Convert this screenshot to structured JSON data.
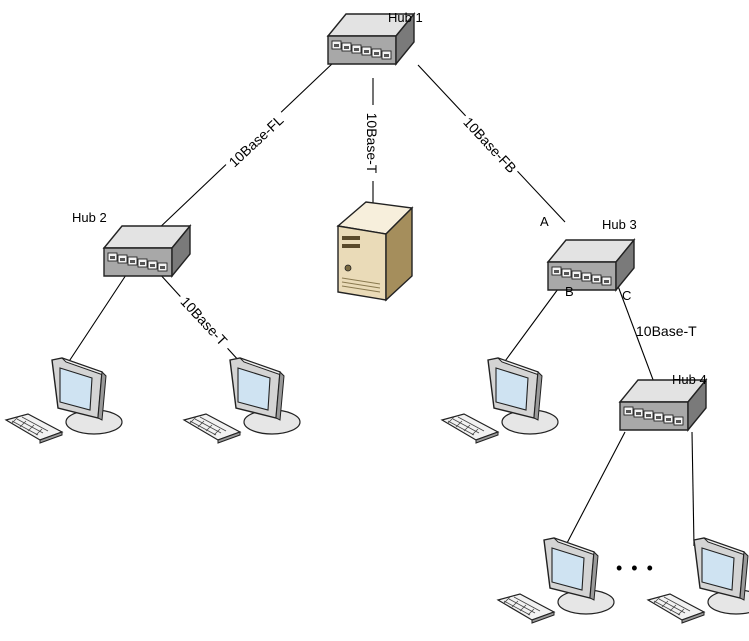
{
  "hubs": {
    "hub1": "Hub 1",
    "hub2": "Hub 2",
    "hub3": "Hub 3",
    "hub4": "Hub 4"
  },
  "links": {
    "hub1_hub2": "10Base-FL",
    "hub1_server": "10Base-T",
    "hub1_hub3": "10Base-FB",
    "hub2_pc": "10Base-T",
    "hub3_hub4": "10Base-T"
  },
  "ports": {
    "a": "A",
    "b": "B",
    "c": "C"
  },
  "ellipsis": "• • •",
  "colors": {
    "line": "#000000",
    "hub_top": "#d7d7d7",
    "hub_front": "#8c8c8c",
    "hub_side": "#6f6f6f",
    "server_body": "#e7d8b8",
    "server_side": "#a38c5a",
    "monitor_frame": "#d9d9d9",
    "screen": "#cfe3f2"
  }
}
